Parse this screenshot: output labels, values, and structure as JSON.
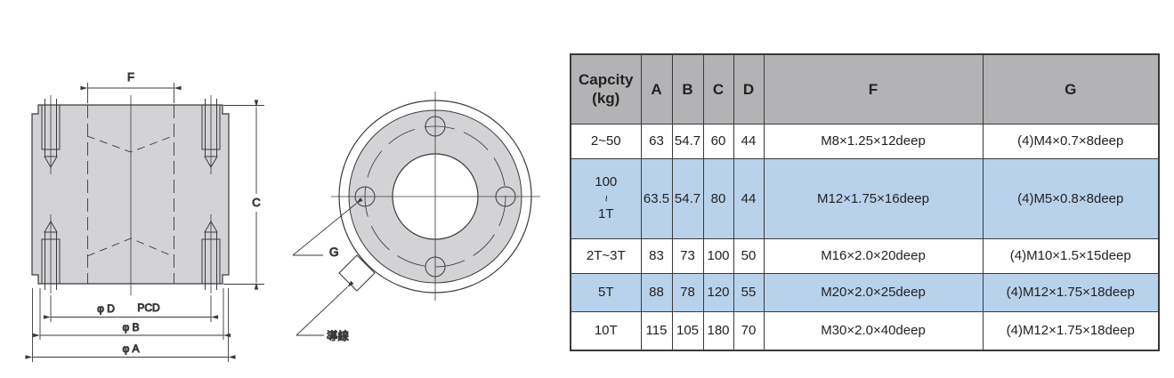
{
  "colors": {
    "header_bg": "#b3b3b5",
    "highlight_row_bg": "#b8d2ec",
    "table_border": "#3a3a3a",
    "drawing_fill": "#d3d3d5",
    "drawing_line": "#3a3a3c"
  },
  "table": {
    "headers": [
      "Capcity\n(kg)",
      "A",
      "B",
      "C",
      "D",
      "F",
      "G"
    ],
    "rows": [
      {
        "capacity": "2~50",
        "A": "63",
        "B": "54.7",
        "C": "60",
        "D": "44",
        "F": "M8×1.25×12deep",
        "G": "(4)M4×0.7×8deep"
      },
      {
        "capacity_top": "100",
        "capacity_mid": "~",
        "capacity_bottom": "1T",
        "A": "63.5",
        "B": "54.7",
        "C": "80",
        "D": "44",
        "F": "M12×1.75×16deep",
        "G": "(4)M5×0.8×8deep"
      },
      {
        "capacity": "2T~3T",
        "A": "83",
        "B": "73",
        "C": "100",
        "D": "50",
        "F": "M16×2.0×20deep",
        "G": "(4)M10×1.5×15deep"
      },
      {
        "capacity": "5T",
        "A": "88",
        "B": "78",
        "C": "120",
        "D": "55",
        "F": "M20×2.0×25deep",
        "G": "(4)M12×1.75×18deep"
      },
      {
        "capacity": "10T",
        "A": "115",
        "B": "105",
        "C": "180",
        "D": "70",
        "F": "M30×2.0×40deep",
        "G": "(4)M12×1.75×18deep"
      }
    ]
  },
  "side_view": {
    "dim_f": "F",
    "dim_c": "C",
    "dim_d": "φ D",
    "dim_pcd": "PCD",
    "dim_b": "φ B",
    "dim_a": "φ A"
  },
  "top_view": {
    "thread_label": "G",
    "wire_label": "導線"
  }
}
